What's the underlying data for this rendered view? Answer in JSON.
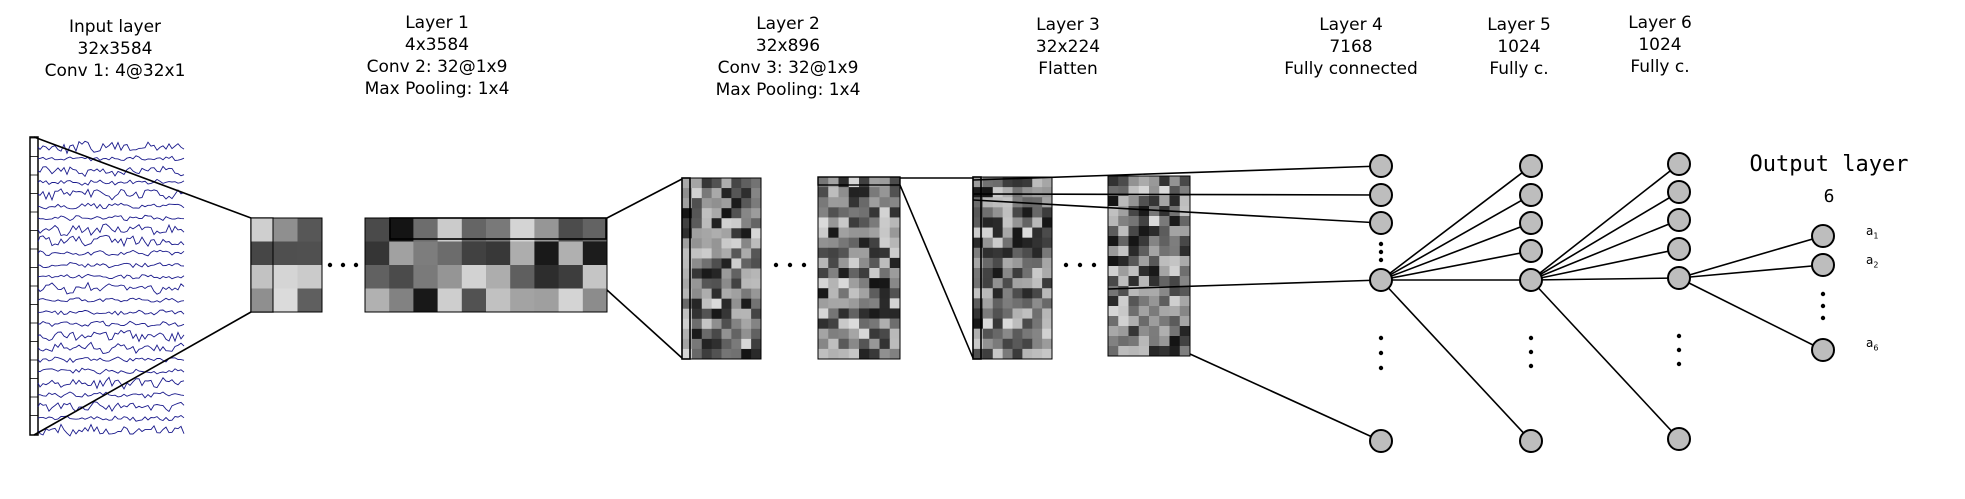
{
  "headers": [
    {
      "id": "input",
      "lines": [
        "Input layer",
        "32x3584",
        "Conv 1: 4@32x1"
      ]
    },
    {
      "id": "layer1",
      "lines": [
        "Layer 1",
        "4x3584",
        "Conv 2: 32@1x9",
        "Max Pooling: 1x4"
      ]
    },
    {
      "id": "layer2",
      "lines": [
        "Layer 2",
        "32x896",
        "Conv 3: 32@1x9",
        "Max Pooling: 1x4"
      ]
    },
    {
      "id": "layer3",
      "lines": [
        "Layer 3",
        "32x224",
        "Flatten"
      ]
    },
    {
      "id": "layer4",
      "lines": [
        "Layer 4",
        "7168",
        "Fully connected"
      ]
    },
    {
      "id": "layer5",
      "lines": [
        "Layer 5",
        "1024",
        "Fully c."
      ]
    },
    {
      "id": "layer6",
      "lines": [
        "Layer 6",
        "1024",
        "Fully c."
      ]
    }
  ],
  "output": {
    "title": "Output layer",
    "count": "6"
  },
  "output_labels": [
    {
      "base": "a",
      "sub": "1"
    },
    {
      "base": "a",
      "sub": "2"
    },
    {
      "base": "a",
      "sub": "6"
    }
  ],
  "colors": {
    "signal": "#1a1a8c",
    "node_fill": "#bdbdbd",
    "stroke": "#000000"
  }
}
